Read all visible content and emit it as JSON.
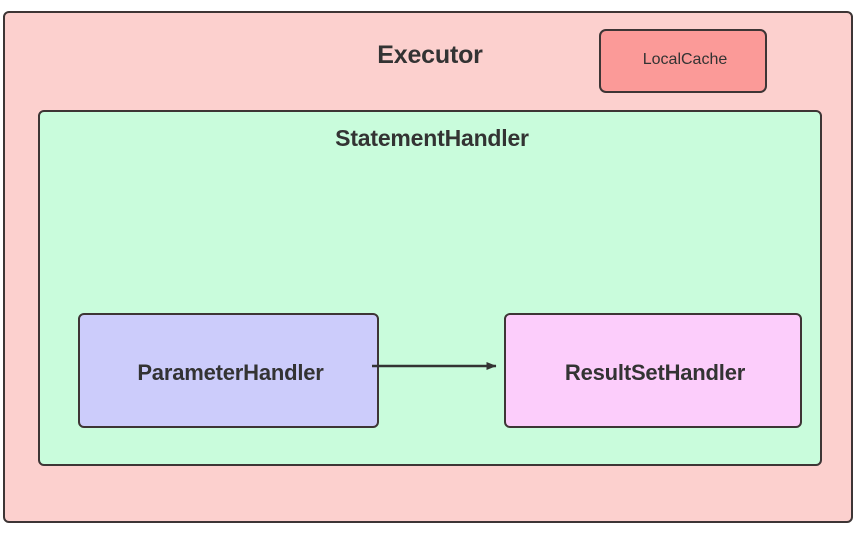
{
  "diagram": {
    "type": "nested-block-diagram",
    "background": "#ffffff",
    "border_color": "#3d3535",
    "nodes": {
      "executor": {
        "label": "Executor",
        "fill": "#fcd0ce"
      },
      "local_cache": {
        "label": "LocalCache",
        "fill": "#fb9a98"
      },
      "statement_handler": {
        "label": "StatementHandler",
        "fill": "#c9fcdc"
      },
      "parameter_handler": {
        "label": "ParameterHandler",
        "fill": "#ccccfb"
      },
      "result_set_handler": {
        "label": "ResultSetHandler",
        "fill": "#fccdfb"
      }
    },
    "edges": [
      {
        "id": "parameter-to-resultset",
        "from": "parameter_handler",
        "to": "result_set_handler",
        "label": "",
        "arrowhead": "solid-triangle",
        "color": "#333333"
      }
    ]
  }
}
